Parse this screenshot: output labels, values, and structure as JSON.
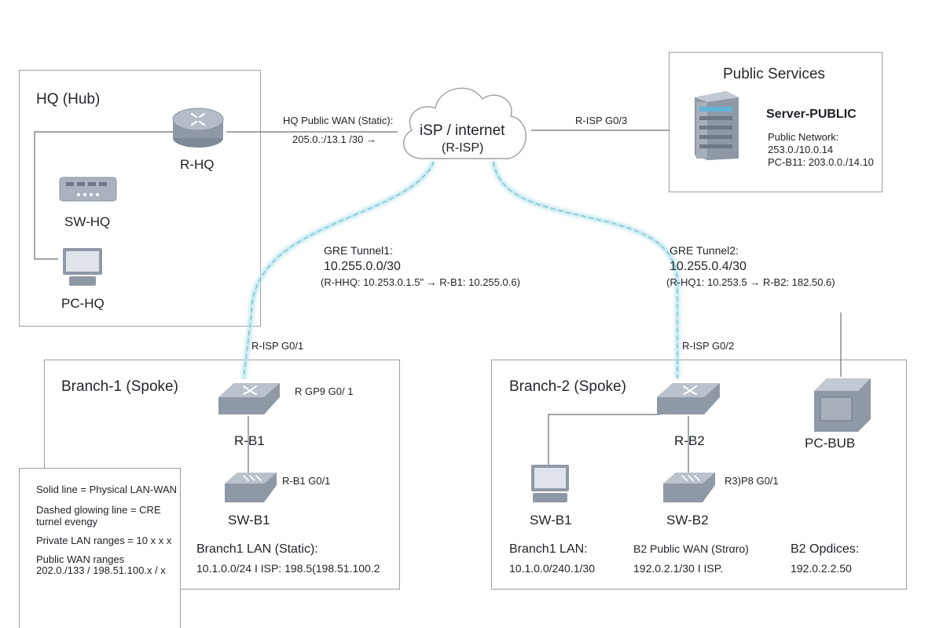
{
  "hq": {
    "title": "HQ (Hub)",
    "router": "R-HQ",
    "switch": "SW-HQ",
    "pc": "PC-HQ"
  },
  "isp": {
    "line1": "iSP / internet",
    "line2": "(R-ISP)"
  },
  "wan_hq": {
    "label": "HQ Public WAN (Static):",
    "addr": "205.0.:/13.1 /30 →"
  },
  "link_public": "R-ISP G0/3",
  "public": {
    "title": "Public Services",
    "server": "Server-PUBLIC",
    "net_label": "Public Network:",
    "net_addr": "253.0./10.0.14",
    "pc_b11": "PC-B11:  203.0.0./14.10"
  },
  "tunnel1": {
    "name": "GRE Tunnel1:",
    "subnet": "10.255.0.0/30",
    "detail": "(R-HHQ: 10.253.0.1.5\" → R-B1: 10.255.0.6)"
  },
  "tunnel2": {
    "name": "GRE Tunnel2:",
    "subnet": "10.255.0.4/30",
    "detail": "(R-HQ1: 10.253.5 → R-B2: 182.50.6)"
  },
  "branch1": {
    "isp_port": "R-ISP G0/1",
    "title": "Branch-1 (Spoke)",
    "router_port": "R GP9 G0/ 1",
    "router": "R-B1",
    "sw_port": "R-B1 G0/1",
    "switch": "SW-B1",
    "lan_label": "Branch1 LAN (Static):",
    "lan_addr": "10.1.0.0/24  I  ISP: 198.5(198.51.100.2"
  },
  "branch2": {
    "isp_port": "R-ISP G0/2",
    "title": "Branch-2 (Spoke)",
    "router": "R-B2",
    "pc": "PC-BUB",
    "sw_left": "SW-B1",
    "sw_port": "R3)P8 G0/1",
    "switch": "SW-B2",
    "lan_label": "Branch1 LAN:",
    "lan_addr": "10.1.0.0/240.1/30",
    "wan_label": "B2 Public WAN (Strαro)",
    "wan_addr": "192.0.2.1/30  I  ISP.",
    "opd_label": "B2 Opdices:",
    "opd_addr": "192.0.2.2.50"
  },
  "legend": {
    "l1": "Solid line = Physical LAN-WAN",
    "l2a": "Dashed glowing line = CRE",
    "l2b": "turnel evengy",
    "l3": "Private LAN ranges = 10 x x x",
    "l4a": "Public WAN ranges",
    "l4b": "202.0./133  / 198.51.100.x / x"
  },
  "colors": {
    "border": "#9aa0a6",
    "device": "#9aa3b0",
    "tunnel": "#7fc6d6",
    "wire": "#6b7078"
  }
}
